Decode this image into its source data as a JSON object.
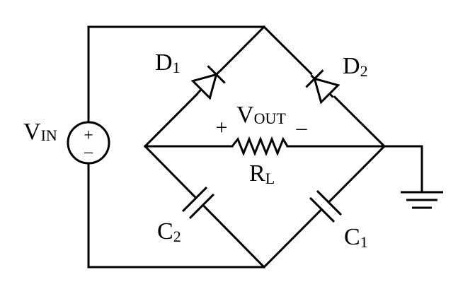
{
  "labels": {
    "vin": {
      "main": "V",
      "sub": "IN"
    },
    "vout": {
      "main": "V",
      "sub": "OUT"
    },
    "vout_plus": "+",
    "vout_minus": "–",
    "d1": {
      "main": "D",
      "sub": "1"
    },
    "d2": {
      "main": "D",
      "sub": "2"
    },
    "rl": {
      "main": "R",
      "sub": "L"
    },
    "c1": {
      "main": "C",
      "sub": "1"
    },
    "c2": {
      "main": "C",
      "sub": "2"
    },
    "source_plus": "+",
    "source_minus": "–"
  }
}
